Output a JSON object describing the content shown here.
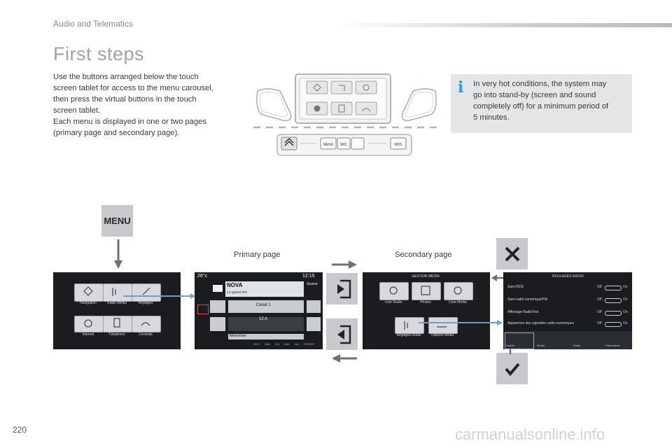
{
  "header": {
    "section": "Audio and Telematics"
  },
  "title": "First steps",
  "intro": {
    "lines": [
      "Use the buttons arranged below the touch",
      "screen tablet for access to the menu carousel,",
      "then press the virtual buttons in the touch",
      "screen tablet.",
      "Each menu is displayed in one or two pages",
      "(primary page and secondary page)."
    ]
  },
  "note": {
    "icon": "info-icon",
    "lines": [
      "In very hot conditions, the system may",
      "go into stand-by (screen and sound",
      "completely off) for a minimum period of",
      "5 minutes."
    ]
  },
  "console": {
    "buttons": [
      "MENU",
      "SRC",
      "RDS"
    ]
  },
  "menu_button": "MENU",
  "labels": {
    "primary": "Primary page",
    "secondary": "Secondary page"
  },
  "screen1": {
    "items": [
      "Navigation",
      "Radio Media",
      "Réglages",
      "Internet",
      "Téléphone",
      "Conduite"
    ]
  },
  "screen2": {
    "temp": "26°c",
    "time": "12:15",
    "station": "NOVA",
    "subtitle": "Le grand mix",
    "source": "Source",
    "channel": "Canal 1",
    "freq": "12 A",
    "memo": "Mémoriser",
    "bottom": [
      "RDS",
      "DAB",
      "FM",
      "DAB",
      "AM",
      "PRESET"
    ]
  },
  "screen3": {
    "title": "GESTION MEDIA",
    "items": [
      "Liste Radio",
      "Photos",
      "Liste Média",
      "Réglages Audio",
      "Options Média"
    ]
  },
  "screen4": {
    "title": "REGLAGES RADIO",
    "rows": [
      "Suivi RDS",
      "Suivi radio numérique/FM",
      "Affichage RadioText",
      "Apparence des vignettes radio numériques"
    ],
    "off": "Off",
    "on": "On",
    "tabs": [
      "Valider",
      "Media",
      "Radio",
      "Paramètres"
    ]
  },
  "footer": {
    "page": "220"
  },
  "watermark": "carmanualsonline.info",
  "colors": {
    "title": "#9ea3a8",
    "note_bg": "#e3e5e7",
    "info_blue": "#2b9fd8",
    "button_grey": "#c7c9cc",
    "arrow_grey": "#6d7278"
  }
}
